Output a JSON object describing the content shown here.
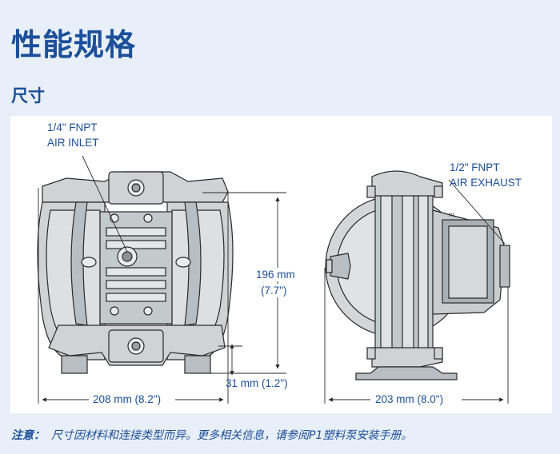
{
  "page_title": "性能规格",
  "section_title": "尺寸",
  "labels": {
    "air_inlet_size": "1/4\" FNPT",
    "air_inlet_name": "AIR INLET",
    "air_exhaust_size": "1/2\" FNPT",
    "air_exhaust_name": "AIR EXHAUST",
    "height_mm": "196 mm",
    "height_in": "(7.7\")",
    "base_height": "31 mm (1.2\")",
    "width_front": "208 mm (8.2\")",
    "width_side": "203 mm (8.0\")",
    "model_plate": "P1"
  },
  "note": {
    "label": "注意：",
    "text": "尺寸因材料和连接类型而异。更多相关信息，请参阅P1塑料泵安装手册。"
  },
  "colors": {
    "brand_blue": "#1b4f9a",
    "pump_gray": "#cfd3d6",
    "outline": "#2a2a2a",
    "background": "#e8eff8"
  }
}
